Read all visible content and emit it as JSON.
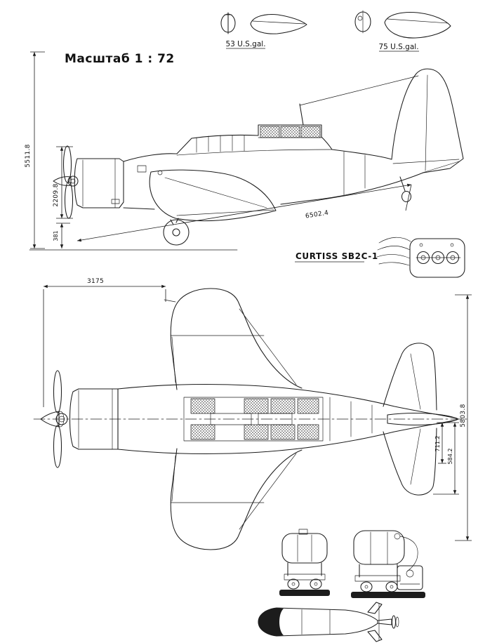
{
  "drawing": {
    "scale_label": "Масштаб 1 : 72",
    "aircraft_label": "CURTISS SB2C-1",
    "fuel_tanks": {
      "small": "53 U.S.gal.",
      "large": "75 U.S.gal."
    },
    "side_view": {
      "overall_height": "5511.8",
      "propeller_diameter": "2209.8",
      "ground_clearance": "381",
      "fuselage_length": "6502.4"
    },
    "plan_view": {
      "nose_to_wing": "3175",
      "half_span": "5803.8",
      "stabilizer_span": "584.2",
      "stabilizer_chord": "711.2"
    }
  },
  "colors": {
    "ink": "#1c1c1c",
    "paper": "#ffffff"
  }
}
